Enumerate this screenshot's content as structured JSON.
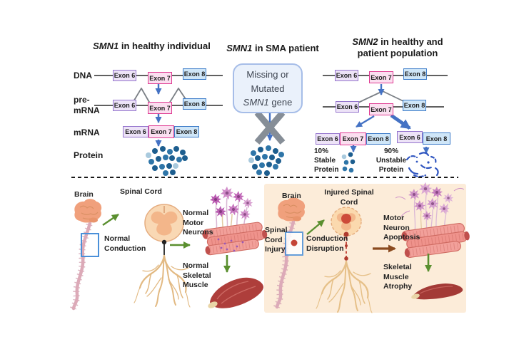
{
  "titles": {
    "col1_gene": "SMN1",
    "col1_rest": " in healthy individual",
    "col2_gene": "SMN1",
    "col2_rest": " in SMA patient",
    "col3_gene": "SMN2",
    "col3_rest": " in healthy and",
    "col3_line2": "patient population"
  },
  "row_labels": {
    "dna": "DNA",
    "pre_mrna": "pre-\nmRNA",
    "mrna": "mRNA",
    "protein": "Protein"
  },
  "exons": {
    "exon6": "Exon 6",
    "exon7": "Exon 7",
    "exon8": "Exon 8"
  },
  "sma_box": {
    "line1": "Missing or",
    "line2": "Mutated",
    "gene": "SMN1",
    "line3": " gene"
  },
  "smn2_outcomes": {
    "stable": "10%\nStable\nProtein",
    "unstable": "90%\nUnstable\nProtein"
  },
  "bottom_left": {
    "brain": "Brain",
    "spinal_cord": "Spinal Cord",
    "normal_conduction": "Normal\nConduction",
    "normal_motor_neurons": "Normal\nMotor\nNeurons",
    "normal_skeletal_muscle": "Normal\nSkeletal\nMuscle"
  },
  "bottom_right": {
    "brain": "Brain",
    "injured_spinal_cord": "Injured Spinal\nCord",
    "spinal_cord_injury": "Spinal\nCord\nInjury",
    "conduction_disruption": "Conduction\nDisruption",
    "motor_neuron_apoptosis": "Motor\nNeuron\nApoptosis",
    "skeletal_muscle_atrophy": "Skeletal\nMuscle\nAtrophy"
  },
  "colors": {
    "exon6_border": "#9575cd",
    "exon6_fill": "#ede3f7",
    "exon7_border": "#df3b92",
    "exon7_fill": "#fbdff0",
    "exon8_border": "#3d7cc9",
    "exon8_fill": "#cfe6f8",
    "arrow_blue": "#4472c4",
    "x_gray": "#868e97",
    "green_arrow": "#5a8f2f",
    "brown_arrow": "#8a4a1f",
    "beige_panel": "#fcecd9",
    "protein_dark": "#1d5e8f",
    "protein_mid": "#2e75a8",
    "protein_light": "#a9cade",
    "unstable_blue": "#2f55c0"
  }
}
